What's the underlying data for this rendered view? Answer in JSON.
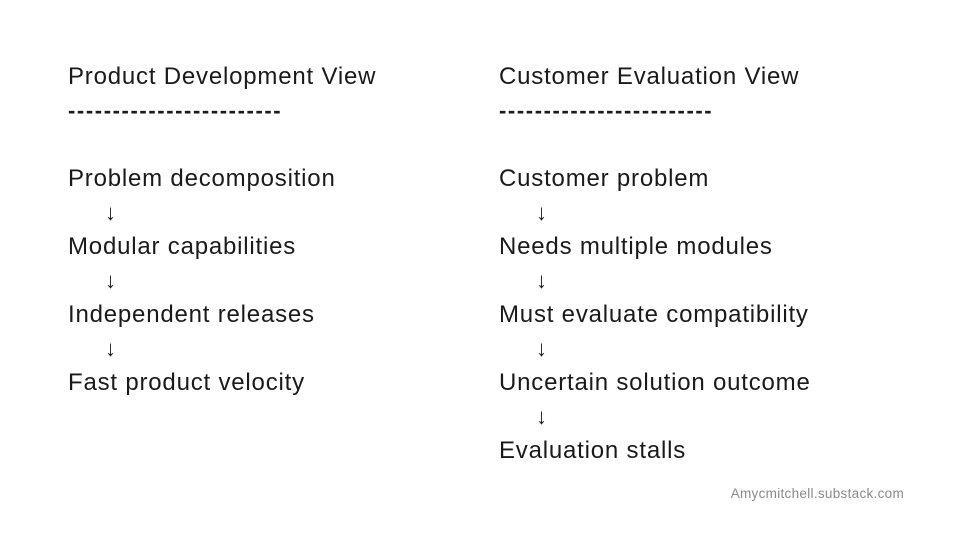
{
  "columns": [
    {
      "title": "Product Development View",
      "divider": "------------------------",
      "steps": [
        "Problem decomposition",
        "Modular capabilities",
        "Independent releases",
        "Fast product velocity"
      ]
    },
    {
      "title": "Customer Evaluation View",
      "divider": "------------------------",
      "steps": [
        "Customer problem",
        "Needs multiple modules",
        "Must evaluate compatibility",
        "Uncertain solution outcome",
        "Evaluation stalls"
      ]
    }
  ],
  "arrow": "↓",
  "attribution": "Amycmitchell.substack.com",
  "colors": {
    "background": "#ffffff",
    "text": "#1a1a1a",
    "attribution": "#8a8a8a"
  }
}
